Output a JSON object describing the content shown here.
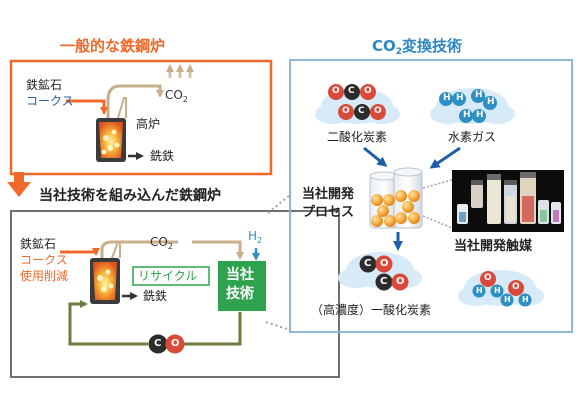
{
  "left": {
    "conventional": {
      "title": "一般的な鉄鋼炉",
      "iron_ore": "鉄鉱石",
      "coke": "コークス",
      "co2": "CO",
      "co2_sub": "2",
      "blast_furnace": "高炉",
      "pig_iron": "銑鉄"
    },
    "integrated": {
      "title": "当社技術を組み込んだ鉄鋼炉",
      "iron_ore": "鉄鉱石",
      "coke": "コークス",
      "coke_reduced": "使用削減",
      "co2": "CO",
      "co2_sub": "2",
      "h2": "H",
      "h2_sub": "2",
      "recycle": "リサイクル",
      "tech_line1": "当社",
      "tech_line2": "技術",
      "pig_iron": "銑鉄",
      "co_c": "C",
      "co_o": "O"
    }
  },
  "right": {
    "title": "CO",
    "title_sub": "2",
    "title_rest": "変換技術",
    "co2_label": "二酸化炭素",
    "h2_label": "水素ガス",
    "process_line1": "当社開発",
    "process_line2": "プロセス",
    "catalyst_label": "当社開発触媒",
    "co_label": "（高濃度）一酸化炭素",
    "atom_c": "C",
    "atom_o": "O",
    "atom_h": "H"
  },
  "colors": {
    "orange": "#ef6a2a",
    "blue_title": "#2b87c6",
    "coke_blue": "#2a5ea8",
    "green": "#2fa24f",
    "navy_arrow": "#1f5fa8",
    "tan_arrow": "#c8ae8a",
    "olive_arrow": "#6e7a3e",
    "cloud": "#d6eaf8",
    "carbon": "#2c2c2c",
    "oxygen": "#d94a3a",
    "hydrogen": "#2d8fc4",
    "frame_gray": "#6f6f6f"
  }
}
